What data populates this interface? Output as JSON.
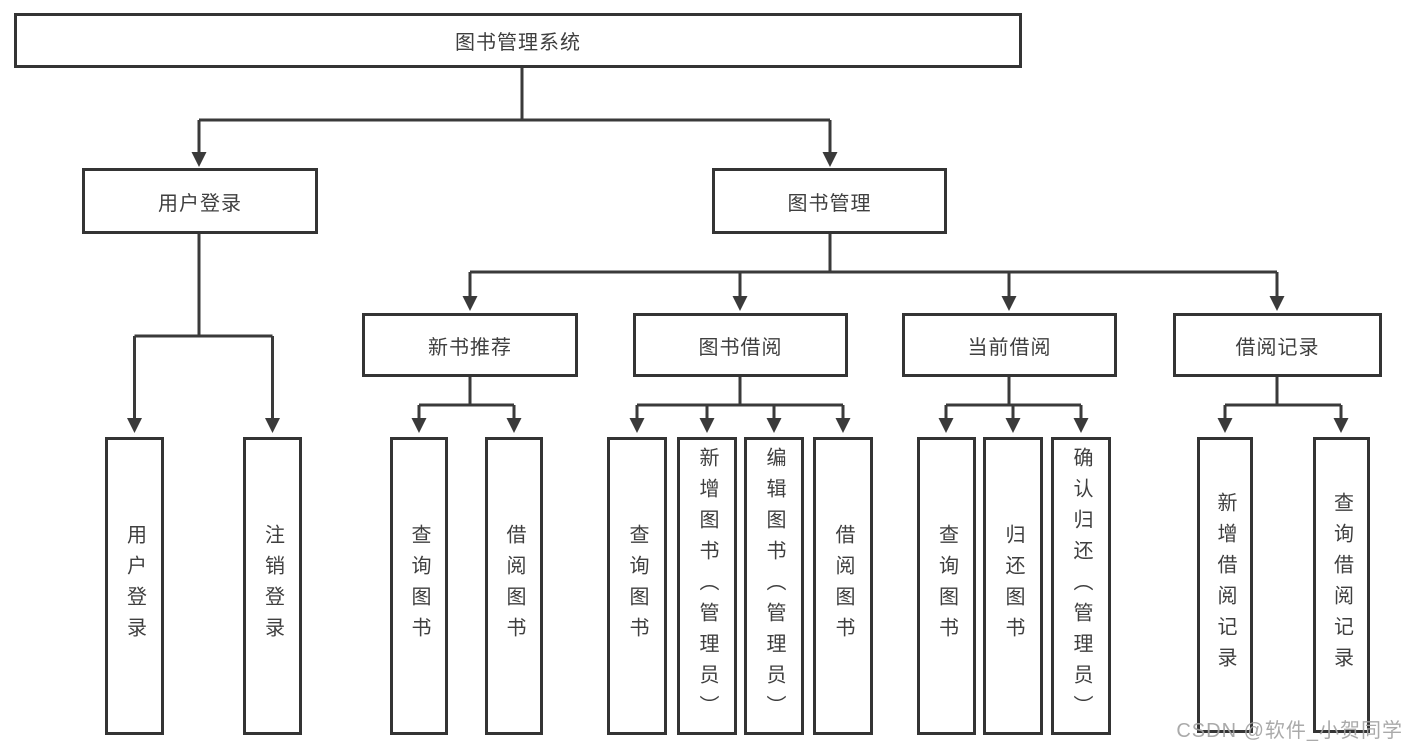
{
  "diagram": {
    "title_node": {
      "label": "图书管理系统"
    },
    "level2": [
      {
        "label": "用户登录"
      },
      {
        "label": "图书管理"
      }
    ],
    "level3": [
      {
        "label": "新书推荐"
      },
      {
        "label": "图书借阅"
      },
      {
        "label": "当前借阅"
      },
      {
        "label": "借阅记录"
      }
    ],
    "leaves": [
      {
        "label": "用户登录"
      },
      {
        "label": "注销登录"
      },
      {
        "label": "查询图书"
      },
      {
        "label": "借阅图书"
      },
      {
        "label": "查询图书"
      },
      {
        "label": "新增图书（管理员）"
      },
      {
        "label": "编辑图书（管理员）"
      },
      {
        "label": "借阅图书"
      },
      {
        "label": "查询图书"
      },
      {
        "label": "归还图书"
      },
      {
        "label": "确认归还（管理员）"
      },
      {
        "label": "新增借阅记录"
      },
      {
        "label": "查询借阅记录"
      }
    ],
    "colors": {
      "line": "#3a3a3a",
      "border": "#343434",
      "text": "#3f3f3f",
      "watermark": "#a3a3a3",
      "background": "#ffffff"
    }
  },
  "watermark": {
    "text": "CSDN @软件_小贺同学"
  }
}
